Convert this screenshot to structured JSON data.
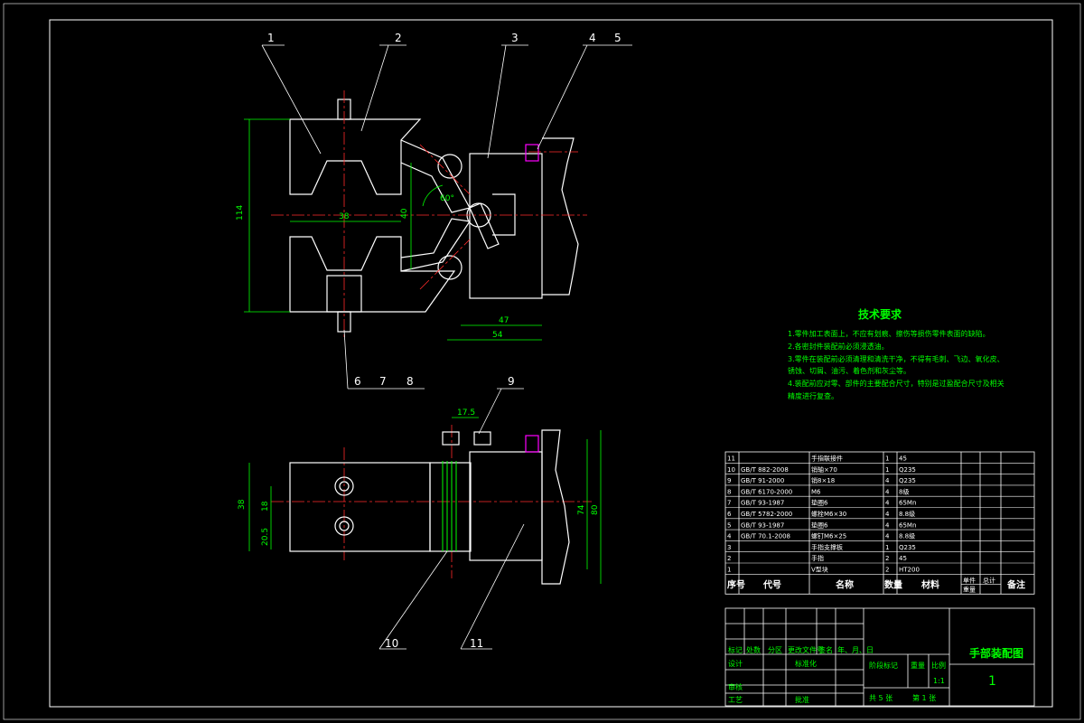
{
  "callouts": {
    "top_numbers": [
      "1",
      "2",
      "3",
      "4",
      "5"
    ],
    "bottom_numbers": [
      "6",
      "7",
      "8"
    ],
    "bottom_view_numbers": [
      "9",
      "10",
      "11"
    ]
  },
  "dimensions": {
    "height_114": "114",
    "jaw_width": "38",
    "inner_height": "40",
    "angle": "60°",
    "d47": "47",
    "d54": "54",
    "d17_5": "17.5",
    "d38_side": "38",
    "d18": "18",
    "d20_5": "20.5",
    "d74": "74",
    "d80": "80"
  },
  "tech_requirements": {
    "title": "技术要求",
    "lines": [
      "1.零件加工表面上，不应有划痕、擦伤等损伤零件表面的缺陷。",
      "2.各密封件装配前必须浸透油。",
      "3.零件在装配前必须清理和清洗干净，不得有毛刺、飞边、氧化皮、",
      "锈蚀、切屑、油污、着色剂和灰尘等。",
      "4.装配前应对零、部件的主要配合尺寸，特别是过盈配合尺寸及相关",
      "精度进行复查。"
    ]
  },
  "parts_list": {
    "rows": [
      {
        "no": "11",
        "code": "",
        "name": "手指联接件",
        "qty": "1",
        "mat": "45"
      },
      {
        "no": "10",
        "code": "GB/T 882-2008",
        "name": "销轴×70",
        "qty": "1",
        "mat": "Q235"
      },
      {
        "no": "9",
        "code": "GB/T 91-2000",
        "name": "销8×18",
        "qty": "4",
        "mat": "Q235"
      },
      {
        "no": "8",
        "code": "GB/T 6170-2000",
        "name": "M6",
        "qty": "4",
        "mat": "8级"
      },
      {
        "no": "7",
        "code": "GB/T 93-1987",
        "name": "垫圈6",
        "qty": "4",
        "mat": "65Mn"
      },
      {
        "no": "6",
        "code": "GB/T 5782-2000",
        "name": "螺栓M6×30",
        "qty": "4",
        "mat": "8.8级"
      },
      {
        "no": "5",
        "code": "GB/T 93-1987",
        "name": "垫圈6",
        "qty": "4",
        "mat": "65Mn"
      },
      {
        "no": "4",
        "code": "GB/T 70.1-2008",
        "name": "螺钉M6×25",
        "qty": "4",
        "mat": "8.8级"
      },
      {
        "no": "3",
        "code": "",
        "name": "手指支撑板",
        "qty": "1",
        "mat": "Q235"
      },
      {
        "no": "2",
        "code": "",
        "name": "手指",
        "qty": "2",
        "mat": "45"
      },
      {
        "no": "1",
        "code": "",
        "name": "V型块",
        "qty": "2",
        "mat": "HT200"
      }
    ],
    "header": {
      "no": "序号",
      "code": "代号",
      "name": "名称",
      "qty": "数量",
      "mat": "材料",
      "single": "单件",
      "total": "总计",
      "weight": "重量",
      "remark": "备注"
    }
  },
  "title_block": {
    "drawing_title": "手部装配图",
    "drawing_no": "1",
    "labels": {
      "mark": "标记",
      "count": "处数",
      "zone": "分区",
      "change_doc": "更改文件号",
      "sign": "签名",
      "date": "年、月、日",
      "design": "设计",
      "standard": "标准化",
      "stage": "阶段标记",
      "weight": "重量",
      "scale": "比例",
      "review": "审核",
      "process": "工艺",
      "approve": "批准"
    },
    "scale_value": "1:1",
    "sheets": "共 5 张",
    "sheet_no": "第 1 张"
  },
  "colors": {
    "background": "#000000",
    "outline": "#ffffff",
    "dimension": "#00ff00",
    "centerline": "#ff2a2a",
    "screw": "#ff00ff"
  }
}
